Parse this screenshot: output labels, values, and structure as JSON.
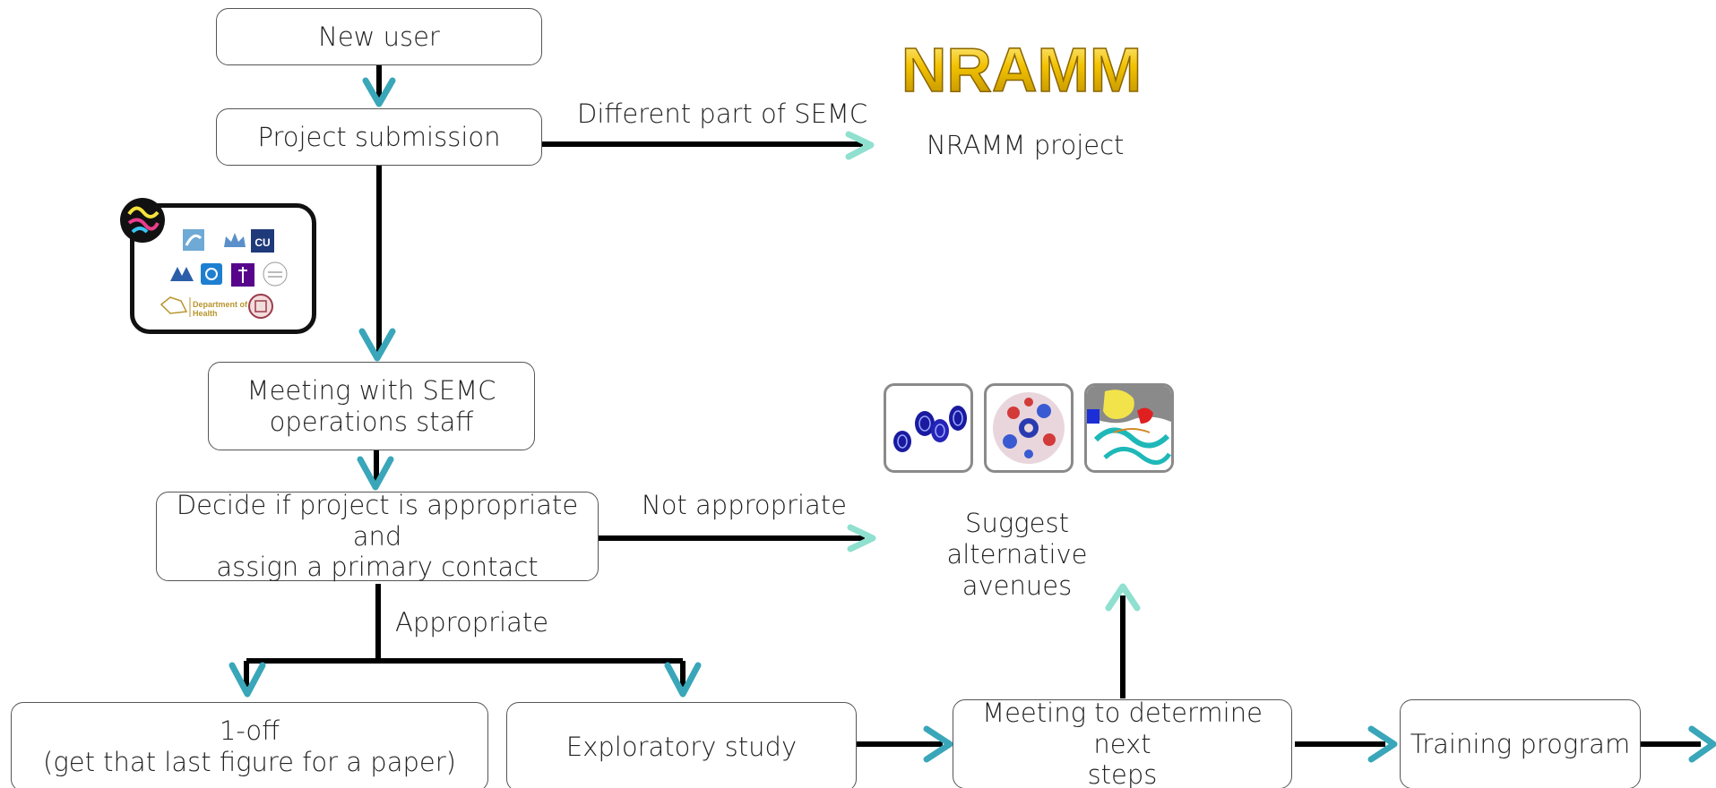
{
  "nodes": {
    "new_user": "New user",
    "project_submission": "Project submission",
    "meeting_semc": "Meeting with SEMC\noperations  staff",
    "decide": "Decide if project is appropriate and\nassign a primary contact",
    "one_off": "1-off\n(get that last figure for a paper)",
    "exploratory": "Exploratory study",
    "meeting_next": "Meeting to determine next\nsteps",
    "training": "Training program"
  },
  "edge_labels": {
    "different_part": "Different part of SEMC",
    "not_appropriate": "Not appropriate",
    "appropriate": "Appropriate"
  },
  "outcomes": {
    "nramm_project": "NRAMM project",
    "suggest_alternative": "Suggest alternative\navenues"
  },
  "logos": {
    "nramm_logo_text": "NRAMM",
    "partner_logo_text": "Department of Health"
  },
  "colors": {
    "arrowhead_teal": "#3aa6b9",
    "arrowhead_mint": "#8fe0cf",
    "line": "#000000",
    "nramm_gold": "#f2c200"
  }
}
